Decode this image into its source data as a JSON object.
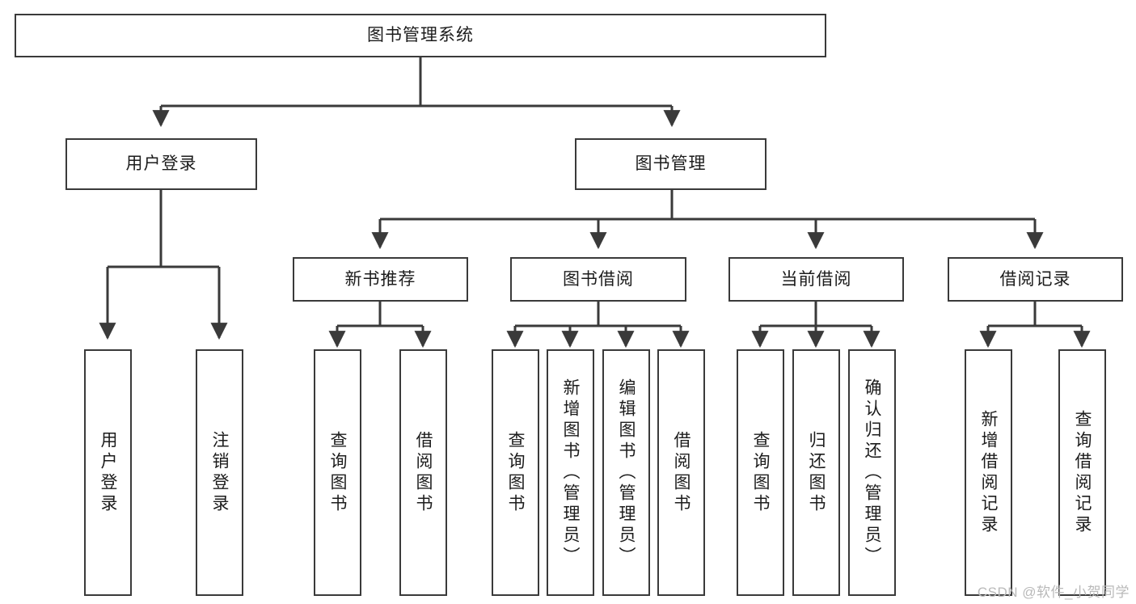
{
  "diagram": {
    "type": "tree-hierarchy-chart",
    "title": "图书管理系统",
    "root": {
      "label": "图书管理系统"
    },
    "level2": [
      {
        "label": "用户登录"
      },
      {
        "label": "图书管理"
      }
    ],
    "level3": [
      {
        "label": "新书推荐"
      },
      {
        "label": "图书借阅"
      },
      {
        "label": "当前借阅"
      },
      {
        "label": "借阅记录"
      }
    ],
    "leaves": {
      "user_login": [
        {
          "label": "用户登录"
        },
        {
          "label": "注销登录"
        }
      ],
      "new_book_recommend": [
        {
          "label": "查询图书"
        },
        {
          "label": "借阅图书"
        }
      ],
      "book_borrow": [
        {
          "label": "查询图书"
        },
        {
          "label": "新增图书（管理员）"
        },
        {
          "label": "编辑图书（管理员）"
        },
        {
          "label": "借阅图书"
        }
      ],
      "current_borrow": [
        {
          "label": "查询图书"
        },
        {
          "label": "归还图书"
        },
        {
          "label": "确认归还（管理员）"
        }
      ],
      "borrow_record": [
        {
          "label": "新增借阅记录"
        },
        {
          "label": "查询借阅记录"
        }
      ]
    }
  },
  "watermark": {
    "text": "CSDN @软件_小贺同学"
  },
  "colors": {
    "stroke": "#3a3a3a",
    "background": "#ffffff",
    "text": "#1c1c1c",
    "watermark": "#b9b9b9"
  }
}
